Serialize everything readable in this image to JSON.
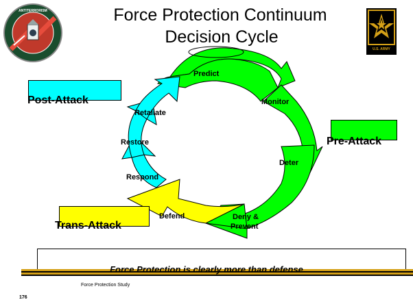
{
  "title": {
    "line1": "Force Protection Continuum",
    "line2": "Decision Cycle"
  },
  "phases": {
    "post_attack": "Post-Attack",
    "pre_attack": "Pre-Attack",
    "trans_attack": "Trans-Attack"
  },
  "cycle_steps": {
    "predict": "Predict",
    "monitor": "Monitor",
    "deter": "Deter",
    "deny_prevent_1": "Deny &",
    "deny_prevent_2": "Prevent",
    "defend": "Defend",
    "respond": "Respond",
    "restore": "Restore",
    "retaliate": "Retaliate"
  },
  "footer": {
    "statement": "Force Protection is clearly more than defense",
    "study": "Force Protection Study",
    "page_number": "176"
  },
  "logos": {
    "army_text": "U.S. ARMY",
    "seal_text": "ANTITERRORISM"
  },
  "colors": {
    "green": "#00ff00",
    "cyan": "#00ffff",
    "yellow": "#ffff00",
    "gold": "#d4a017"
  }
}
